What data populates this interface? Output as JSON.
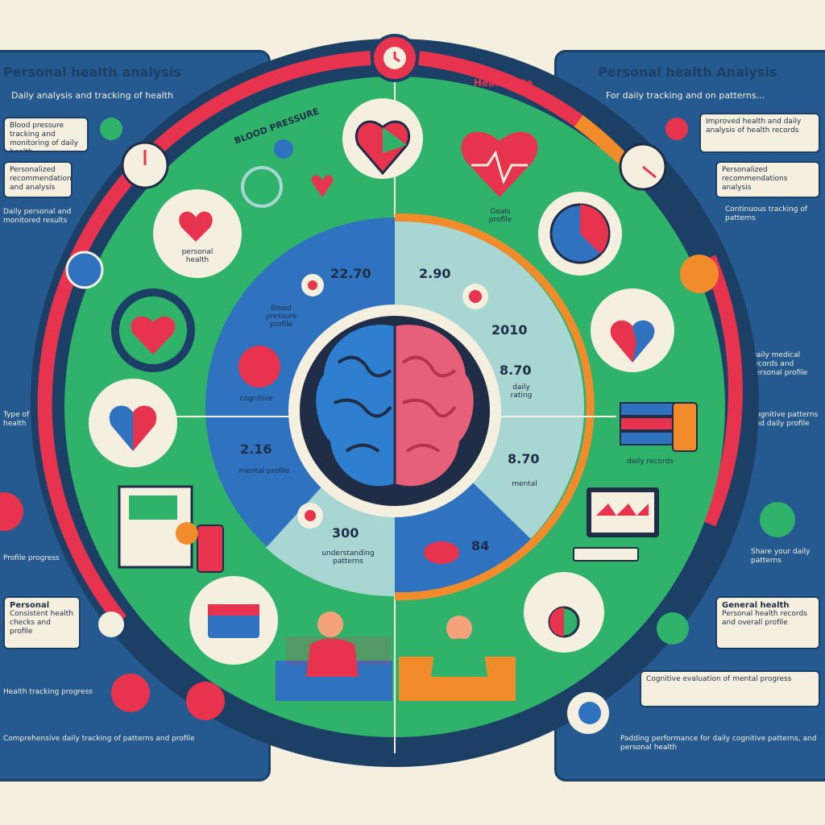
{
  "header": {
    "left_title": "Personal health analysis",
    "left_subtitle": "Daily analysis and tracking of health",
    "right_title": "Personal health Analysis",
    "right_subtitle": "For daily tracking and on patterns..."
  },
  "arc_labels": {
    "blood_pressure": "BLOOD PRESSURE",
    "heart_rate": "Heart Rate"
  },
  "center": {
    "icon": "brain-icon"
  },
  "values": {
    "top_left": "22.70",
    "top_right": "2.90",
    "right_upper": "2010",
    "right_mid": "8.70",
    "right_lower": "8.70",
    "left_mid": "2.16",
    "bottom_left": "300",
    "bottom_right": "84"
  },
  "ring_labels": {
    "top_left": "Blood pressure profile",
    "left_tag": "cognitive",
    "left_mid": "mental profile",
    "bottom_left": "understanding patterns",
    "right_mid": "daily rating",
    "right_lower": "mental",
    "top_right_small": "Goals profile",
    "under_heart": "personal health",
    "under_calendar": "daily records"
  },
  "left_cards": [
    {
      "title": "",
      "text": "Blood pressure tracking and monitoring of daily health"
    },
    {
      "title": "",
      "text": "Personalized recommendations and analysis"
    },
    {
      "title": "Personal",
      "text": "Consistent health checks and profile"
    }
  ],
  "left_notes": [
    "Daily personal and monitored results",
    "Type of health",
    "Profile progress",
    "Health tracking progress"
  ],
  "right_cards": [
    {
      "title": "",
      "text": "Improved health and daily analysis of health records"
    },
    {
      "title": "",
      "text": "Personalized recommendations analysis"
    },
    {
      "title": "General health",
      "text": "Personal health records and overall profile"
    },
    {
      "title": "",
      "text": "Cognitive evaluation of mental progress"
    }
  ],
  "right_notes": [
    "Continuous tracking of patterns",
    "Daily medical records and personal profile",
    "Cognitive patterns and daily profile",
    "Share your daily patterns"
  ],
  "footer": {
    "left": "Comprehensive daily tracking of patterns and profile",
    "right": "Padding performance for daily cognitive patterns, and personal health"
  },
  "colors": {
    "navy": "#1c3f66",
    "blue": "#245a8f",
    "green": "#2fb36b",
    "red": "#e8334f",
    "orange": "#f28c2a",
    "cream": "#f5efdf"
  }
}
